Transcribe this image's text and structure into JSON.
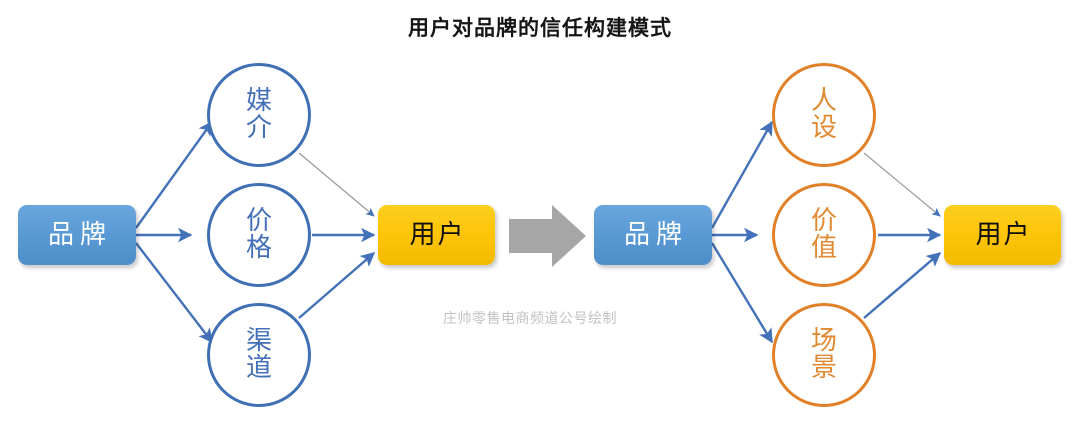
{
  "diagram": {
    "title": "用户对品牌的信任构建模式",
    "watermark": "庄帅零售电商频道公号绘制",
    "colors": {
      "box_blue": "#5b9bd5",
      "box_yellow": "#ffc000",
      "circle_blue_stroke": "#3f6fb5",
      "circle_orange_stroke": "#e0812a",
      "arrow_blue": "#4472b8",
      "arrow_gray": "#9a9a9a",
      "block_arrow_gray": "#a6a6a6",
      "title_text": "#161616",
      "watermark_text": "#c2c2c2"
    },
    "left_model": {
      "source": {
        "label": "品牌",
        "shape": "rounded-rect",
        "fill": "blue"
      },
      "factors": [
        {
          "label": "媒介",
          "shape": "circle",
          "stroke": "blue"
        },
        {
          "label": "价格",
          "shape": "circle",
          "stroke": "blue"
        },
        {
          "label": "渠道",
          "shape": "circle",
          "stroke": "blue"
        }
      ],
      "target": {
        "label": "用户",
        "shape": "rounded-rect",
        "fill": "yellow"
      }
    },
    "transition": {
      "icon": "block-arrow-right-icon",
      "direction": "right"
    },
    "right_model": {
      "source": {
        "label": "品牌",
        "shape": "rounded-rect",
        "fill": "blue"
      },
      "factors": [
        {
          "label": "人设",
          "shape": "circle",
          "stroke": "orange"
        },
        {
          "label": "价值",
          "shape": "circle",
          "stroke": "orange"
        },
        {
          "label": "场景",
          "shape": "circle",
          "stroke": "orange"
        }
      ],
      "target": {
        "label": "用户",
        "shape": "rounded-rect",
        "fill": "yellow"
      }
    }
  }
}
